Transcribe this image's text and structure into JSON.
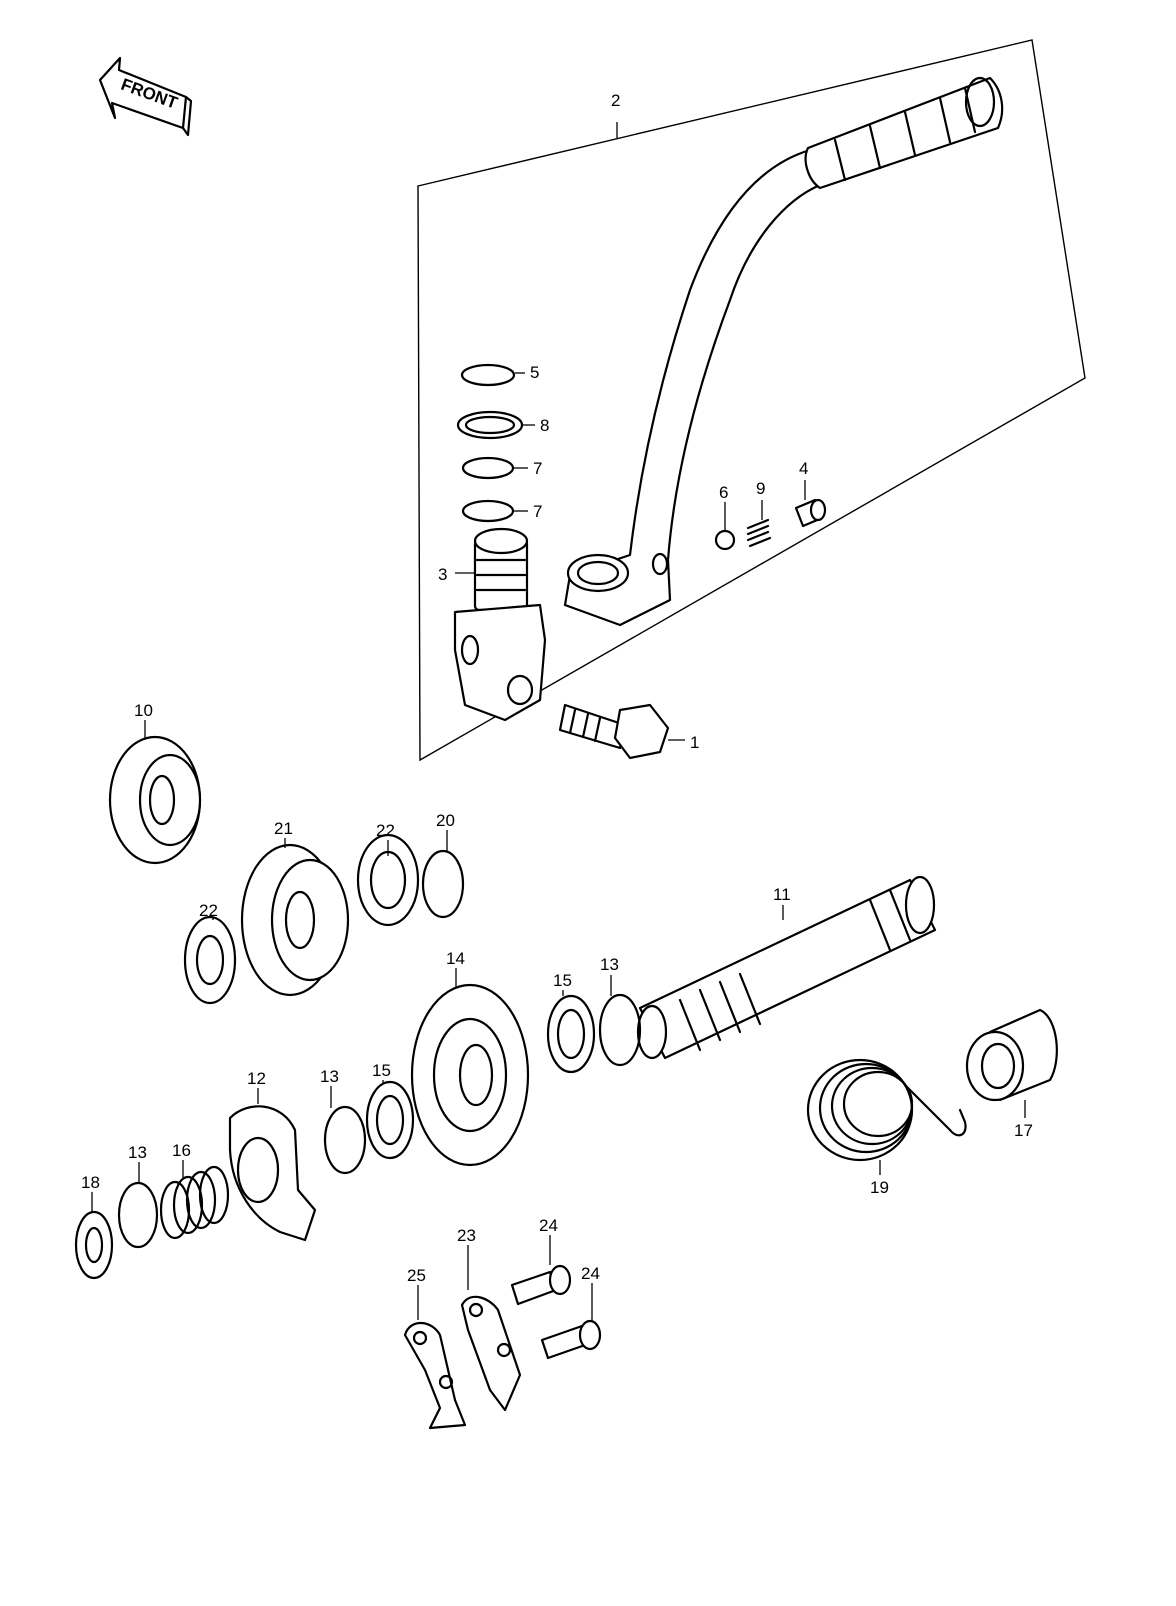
{
  "front_arrow": {
    "label": "FRONT"
  },
  "callouts": [
    {
      "id": "label-1",
      "text": "1"
    },
    {
      "id": "label-2",
      "text": "2"
    },
    {
      "id": "label-3",
      "text": "3"
    },
    {
      "id": "label-4",
      "text": "4"
    },
    {
      "id": "label-5",
      "text": "5"
    },
    {
      "id": "label-6",
      "text": "6"
    },
    {
      "id": "label-7a",
      "text": "7"
    },
    {
      "id": "label-7b",
      "text": "7"
    },
    {
      "id": "label-8",
      "text": "8"
    },
    {
      "id": "label-9",
      "text": "9"
    },
    {
      "id": "label-10",
      "text": "10"
    },
    {
      "id": "label-11",
      "text": "11"
    },
    {
      "id": "label-12",
      "text": "12"
    },
    {
      "id": "label-13a",
      "text": "13"
    },
    {
      "id": "label-13b",
      "text": "13"
    },
    {
      "id": "label-13c",
      "text": "13"
    },
    {
      "id": "label-14",
      "text": "14"
    },
    {
      "id": "label-15a",
      "text": "15"
    },
    {
      "id": "label-15b",
      "text": "15"
    },
    {
      "id": "label-16",
      "text": "16"
    },
    {
      "id": "label-17",
      "text": "17"
    },
    {
      "id": "label-18",
      "text": "18"
    },
    {
      "id": "label-19",
      "text": "19"
    },
    {
      "id": "label-20",
      "text": "20"
    },
    {
      "id": "label-21",
      "text": "21"
    },
    {
      "id": "label-22a",
      "text": "22"
    },
    {
      "id": "label-22b",
      "text": "22"
    },
    {
      "id": "label-23",
      "text": "23"
    },
    {
      "id": "label-24a",
      "text": "24"
    },
    {
      "id": "label-24b",
      "text": "24"
    },
    {
      "id": "label-25",
      "text": "25"
    }
  ]
}
